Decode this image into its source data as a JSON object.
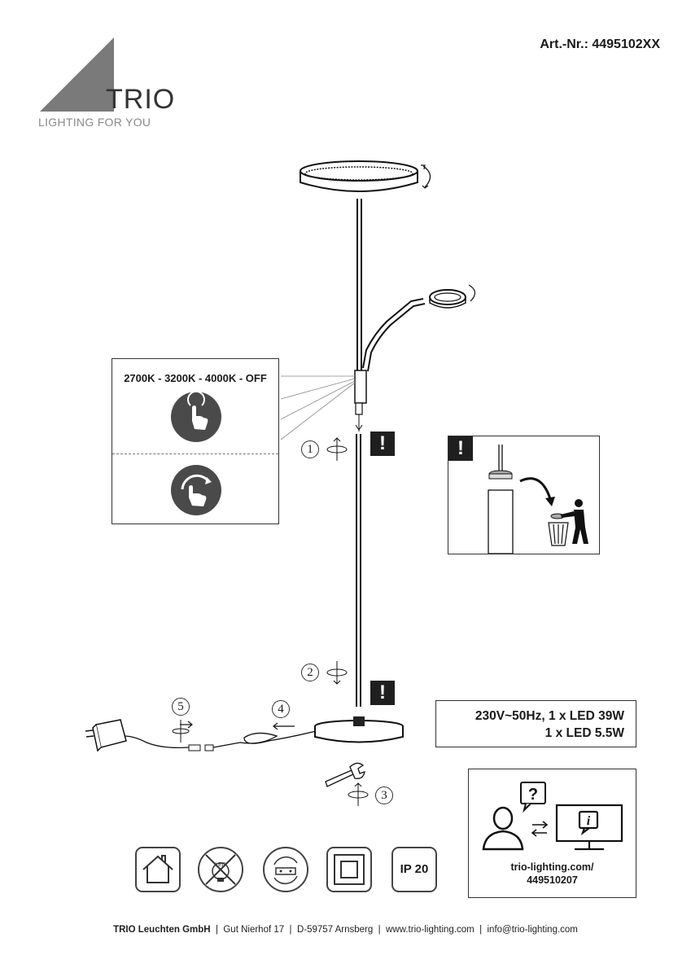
{
  "brand": {
    "name": "TRIO",
    "tagline": "LIGHTING FOR YOU"
  },
  "article": {
    "number": "Art.-Nr.: 4495102XX"
  },
  "switch_panel": {
    "color_temperatures": "2700K - 3200K - 4000K - OFF",
    "icons": [
      "touch-icon",
      "swipe-dim-icon"
    ]
  },
  "steps": [
    "1",
    "2",
    "3",
    "4",
    "5"
  ],
  "warnings": {
    "badge": "!"
  },
  "specs": {
    "line1": "230V~50Hz, 1 x LED 39W",
    "line2": "1 x LED 5.5W"
  },
  "info": {
    "url": "trio-lighting.com/",
    "code": "449510207",
    "icons": [
      "question-icon",
      "person-icon",
      "exchange-arrows-icon",
      "monitor-info-icon"
    ]
  },
  "symbols": {
    "items": [
      "indoor-use-icon",
      "led-not-replaceable-icon",
      "driver-replaceable-icon",
      "protection-class-2-icon"
    ],
    "ip_rating": "IP 20"
  },
  "footer": {
    "company": "TRIO Leuchten GmbH",
    "sep": "|",
    "address": "Gut Nierhof 17",
    "city": "D-59757 Arnsberg",
    "web": "www.trio-lighting.com",
    "email": "info@trio-lighting.com"
  }
}
